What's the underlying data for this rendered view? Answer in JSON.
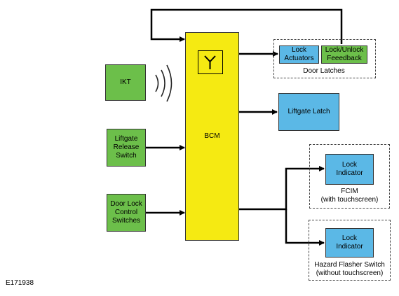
{
  "bcm": {
    "label": "BCM"
  },
  "inputs": {
    "ikt": "IKT",
    "liftgate_release": "Liftgate\nRelease\nSwitch",
    "door_lock_switches": "Door Lock\nControl\nSwitches"
  },
  "door_latches": {
    "lock_actuators": "Lock\nActuators",
    "feedback": "Lock/Unlock\nFeeedback",
    "caption": "Door Latches"
  },
  "liftgate_latch": "Liftgate Latch",
  "fcim": {
    "indicator": "Lock\nIndicator",
    "caption": "FCIM\n(with touchscreen)"
  },
  "hazard": {
    "indicator": "Lock\nIndicator",
    "caption": "Hazard Flasher Switch\n(without touchscreen)"
  },
  "figure_id": "E171938",
  "colors": {
    "input_green": "#6cbf4a",
    "output_blue": "#5bb8e6",
    "bcm_yellow": "#f5ea12"
  },
  "icons": {
    "antenna": "antenna-icon",
    "signal": "wireless-signal-icon"
  }
}
